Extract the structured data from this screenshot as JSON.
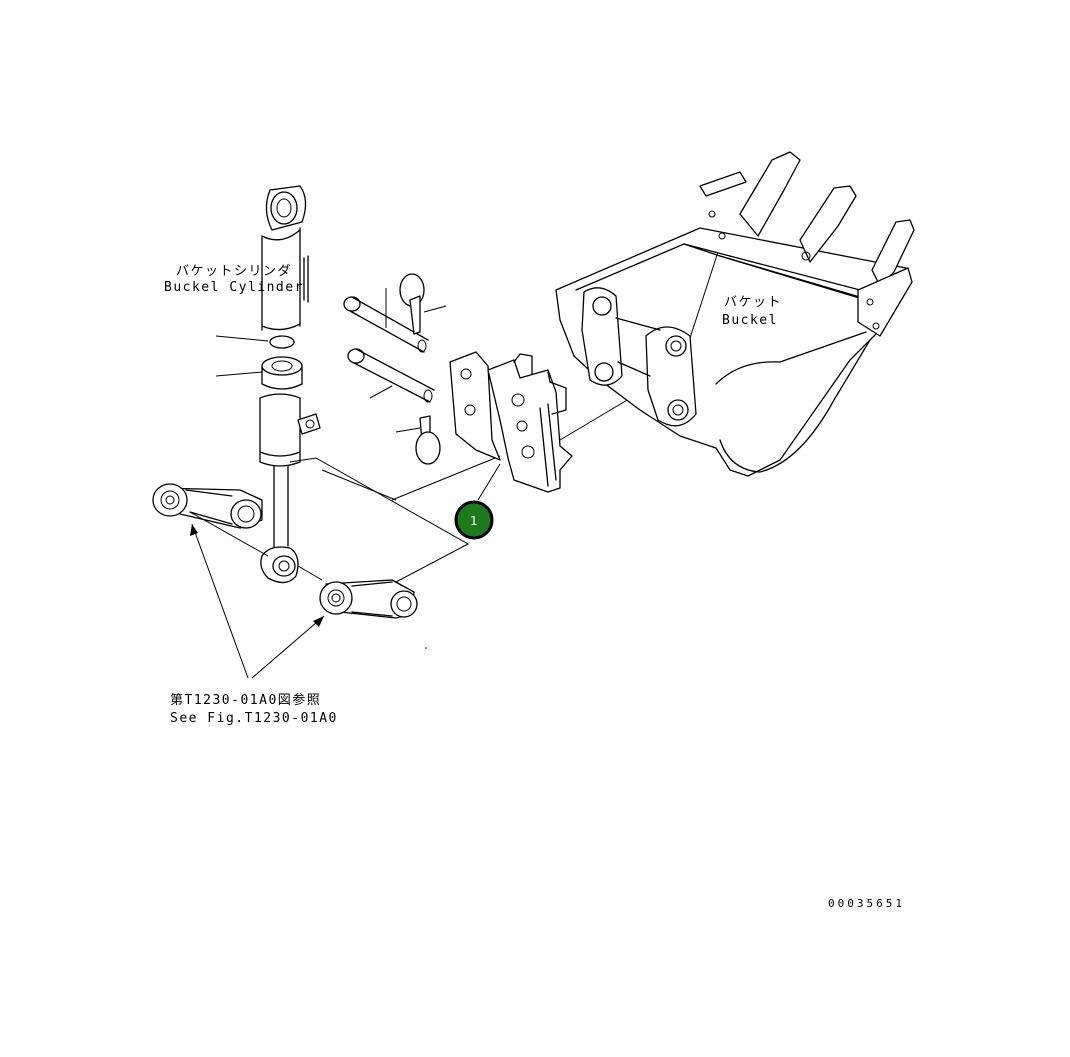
{
  "labels": {
    "bucket_cylinder_jp": "バケットシリンダ",
    "bucket_cylinder_en": "Buckel Cylinder",
    "bucket_jp": "バケット",
    "bucket_en": "Buckel",
    "see_fig_jp": "第T1230-01A0図参照",
    "see_fig_en": "See Fig.T1230-01A0"
  },
  "callouts": [
    {
      "number": "1",
      "color": "#1e7a1e"
    }
  ],
  "drawing_number": "00035651",
  "colors": {
    "line": "#000000",
    "callout_fill": "#1e7a1e",
    "background": "#ffffff"
  }
}
